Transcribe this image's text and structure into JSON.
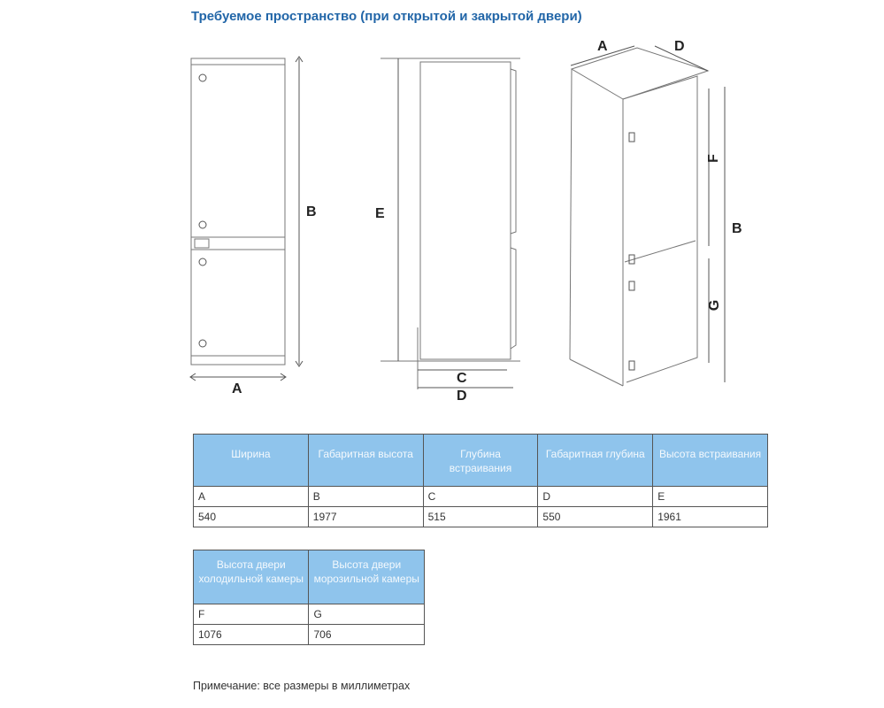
{
  "title": "Требуемое пространство (при открытой и закрытой двери)",
  "diagram_labels": {
    "A_front": "A",
    "B_front": "B",
    "E_side": "E",
    "C_side": "C",
    "D_side": "D",
    "A_iso": "A",
    "D_iso": "D",
    "F_iso": "F",
    "G_iso": "G",
    "B_iso": "B"
  },
  "table1": {
    "headers": [
      "Ширина",
      "Габаритная высота",
      "Глубина встраивания",
      "Габаритная глубина",
      "Высота встраивания"
    ],
    "letters": [
      "A",
      "B",
      "C",
      "D",
      "E"
    ],
    "values": [
      "540",
      "1977",
      "515",
      "550",
      "1961"
    ]
  },
  "table2": {
    "headers": [
      "Высота двери холодильной камеры",
      "Высота двери морозильной камеры"
    ],
    "letters": [
      "F",
      "G"
    ],
    "values": [
      "1076",
      "706"
    ]
  },
  "note": "Примечание: все размеры в миллиметрах",
  "colors": {
    "title": "#2266a8",
    "header_fill": "#8fc4ec"
  }
}
